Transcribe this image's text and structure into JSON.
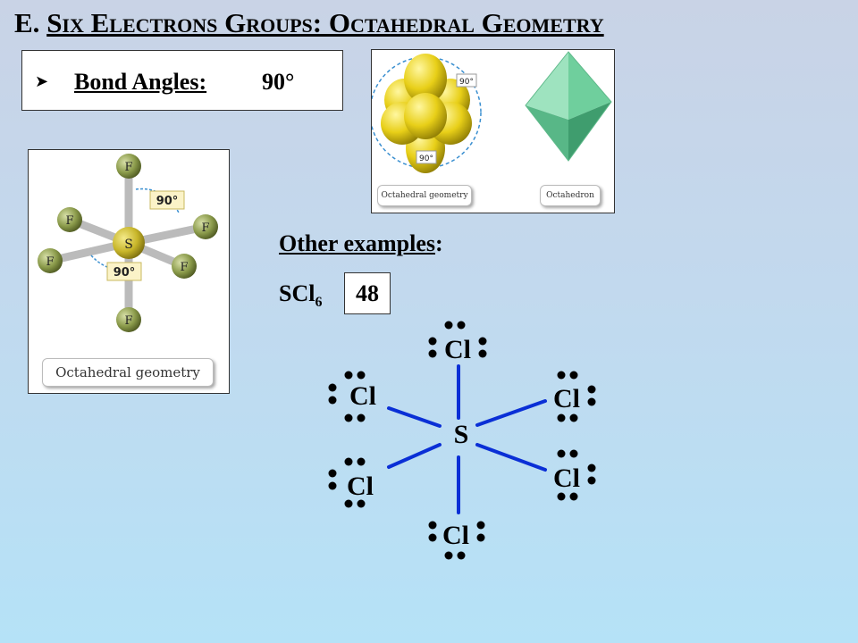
{
  "slide": {
    "title_prefix": "E.",
    "title_main": "Six Electrons Groups: Octahedral Geometry"
  },
  "bond_box": {
    "bullet_icon": "arrowhead-bullet-icon",
    "label": "Bond Angles:",
    "value": "90°"
  },
  "sf6_image": {
    "central_atom": "S",
    "outer_atom": "F",
    "angle_label": "90°",
    "caption": "Octahedral geometry"
  },
  "balloon_image": {
    "angle_label": "90°",
    "caption_left": "Octahedral geometry",
    "caption_right": "Octahedron"
  },
  "examples": {
    "heading": "Other examples",
    "colon": ":",
    "formula_main": "SCl",
    "formula_sub": "6",
    "valence_electrons": "48"
  },
  "lewis": {
    "central": "S",
    "ligand": "Cl",
    "bond_color": "#0a2fd6"
  },
  "colors": {
    "sulfur": "#c8b62a",
    "fluorine": "#8a9a4a",
    "balloon": "#e8cf18",
    "octahedron": "#6fcf9d"
  }
}
